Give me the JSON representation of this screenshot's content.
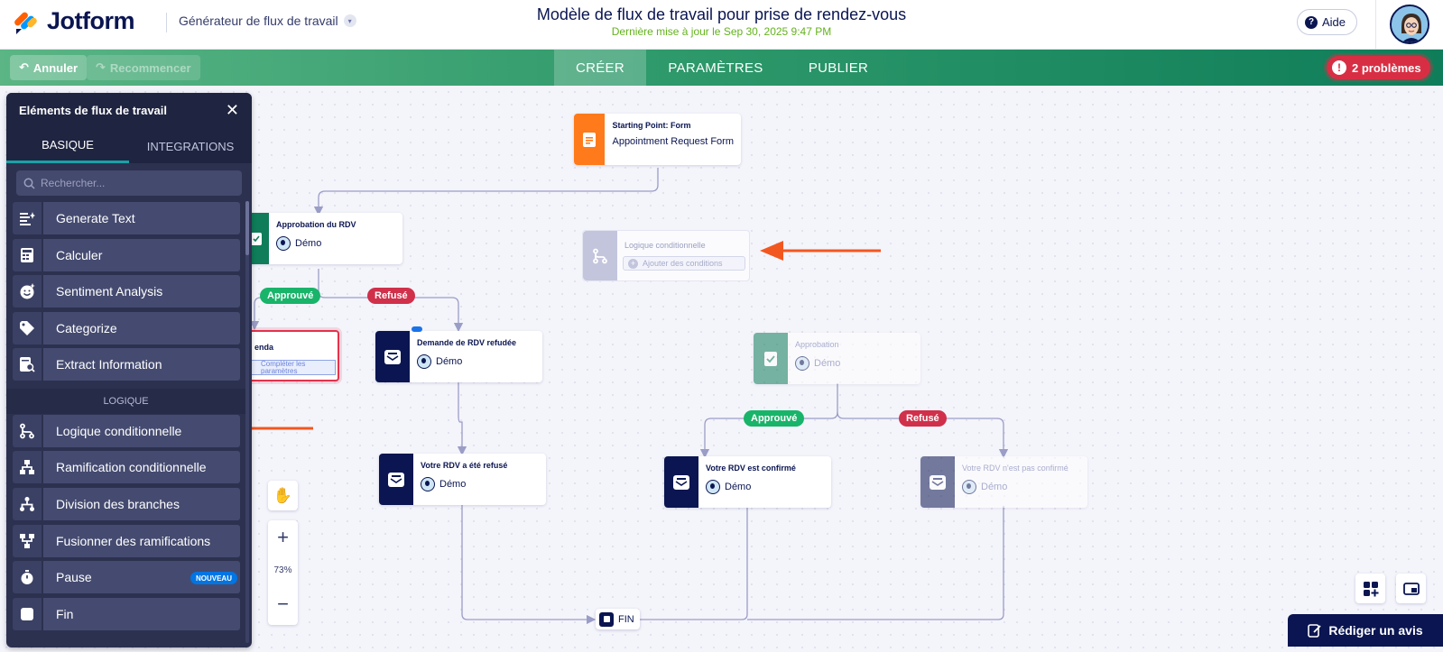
{
  "header": {
    "logo_text": "Jotform",
    "builder_switch": "Générateur de flux de travail",
    "title": "Modèle de flux de travail pour prise de rendez-vous",
    "subtitle": "Dernière mise à jour le Sep 30, 2025 9:47 PM",
    "help_label": "Aide"
  },
  "toolbar": {
    "undo_label": "Annuler",
    "redo_label": "Recommencer",
    "tabs": [
      {
        "label": "CRÉER",
        "active": true
      },
      {
        "label": "PARAMÈTRES",
        "active": false
      },
      {
        "label": "PUBLIER",
        "active": false
      }
    ],
    "problems_label": "2 problèmes"
  },
  "panel": {
    "title": "Eléments de flux de travail",
    "tabs": [
      {
        "label": "BASIQUE",
        "active": true
      },
      {
        "label": "INTEGRATIONS",
        "active": false
      }
    ],
    "search_placeholder": "Rechercher...",
    "items": [
      {
        "label": "Generate Text",
        "icon": "generate-text-icon"
      },
      {
        "label": "Calculer",
        "icon": "calculator-icon"
      },
      {
        "label": "Sentiment Analysis",
        "icon": "sentiment-icon"
      },
      {
        "label": "Categorize",
        "icon": "tag-icon"
      },
      {
        "label": "Extract Information",
        "icon": "extract-icon"
      }
    ],
    "section_label": "LOGIQUE",
    "logic_items": [
      {
        "label": "Logique conditionnelle",
        "icon": "conditional-logic-icon"
      },
      {
        "label": "Ramification conditionnelle",
        "icon": "conditional-branch-icon"
      },
      {
        "label": "Division des branches",
        "icon": "split-icon"
      },
      {
        "label": "Fusionner des ramifications",
        "icon": "merge-icon"
      },
      {
        "label": "Pause",
        "icon": "timer-icon",
        "badge": "NOUVEAU"
      },
      {
        "label": "Fin",
        "icon": "stop-icon"
      }
    ]
  },
  "canvas": {
    "start_node": {
      "title": "Starting Point: Form",
      "subtitle": "Appointment Request Form"
    },
    "approval_node": {
      "title": "Approbation du RDV",
      "assignee": "Démo"
    },
    "logic_node": {
      "title": "Logique conditionnelle",
      "button": "Ajouter des conditions"
    },
    "approved_label": "Approuvé",
    "refused_label": "Refusé",
    "agenda_node": {
      "title": "enda",
      "button": "Compléter les paramètres"
    },
    "refused_request_node": {
      "title": "Demande de RDV refudée",
      "assignee": "Démo"
    },
    "refused_email_node": {
      "title": "Votre RDV a été refusé",
      "assignee": "Démo"
    },
    "approval2_node": {
      "title": "Approbation",
      "assignee": "Démo"
    },
    "approved2_label": "Approuvé",
    "refused2_label": "Refusé",
    "confirmed_node": {
      "title": "Votre RDV est confirmé",
      "assignee": "Démo"
    },
    "not_confirmed_node": {
      "title": "Votre RDV n'est pas confirmé",
      "assignee": "Démo"
    },
    "end_node": {
      "label": "FIN"
    },
    "zoom_level": "73%",
    "feedback_label": "Rédiger un avis"
  },
  "colors": {
    "brand_navy": "#0a1551",
    "accent_green": "#18b469",
    "accent_red": "#d0304a",
    "start_orange": "#ff7a1a",
    "approval_teal": "#0f7d59",
    "arrow_orange": "#f2571f"
  }
}
